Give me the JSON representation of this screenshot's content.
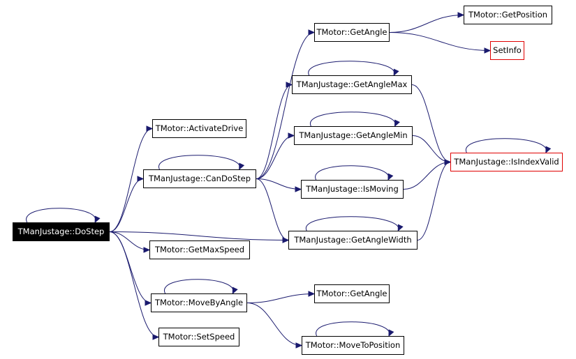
{
  "diagram": {
    "nodes": [
      {
        "id": "doStep",
        "label": "TManJustage::DoStep",
        "kind": "root"
      },
      {
        "id": "activateDrive",
        "label": "TMotor::ActivateDrive",
        "kind": "normal"
      },
      {
        "id": "canDoStep",
        "label": "TManJustage::CanDoStep",
        "kind": "normal"
      },
      {
        "id": "getMaxSpeed",
        "label": "TMotor::GetMaxSpeed",
        "kind": "normal"
      },
      {
        "id": "moveByAngle",
        "label": "TMotor::MoveByAngle",
        "kind": "normal"
      },
      {
        "id": "setSpeed",
        "label": "TMotor::SetSpeed",
        "kind": "normal"
      },
      {
        "id": "getAngle1",
        "label": "TMotor::GetAngle",
        "kind": "normal"
      },
      {
        "id": "getAngleMax",
        "label": "TManJustage::GetAngleMax",
        "kind": "normal"
      },
      {
        "id": "getAngleMin",
        "label": "TManJustage::GetAngleMin",
        "kind": "normal"
      },
      {
        "id": "isMoving",
        "label": "TManJustage::IsMoving",
        "kind": "normal"
      },
      {
        "id": "getAngleWidth",
        "label": "TManJustage::GetAngleWidth",
        "kind": "normal"
      },
      {
        "id": "getAngle2",
        "label": "TMotor::GetAngle",
        "kind": "normal"
      },
      {
        "id": "moveToPosition",
        "label": "TMotor::MoveToPosition",
        "kind": "normal"
      },
      {
        "id": "getPosition",
        "label": "TMotor::GetPosition",
        "kind": "normal"
      },
      {
        "id": "setInfo",
        "label": "SetInfo",
        "kind": "external"
      },
      {
        "id": "isIndexValid",
        "label": "TManJustage::IsIndexValid",
        "kind": "external"
      }
    ],
    "edges": [
      {
        "from": "doStep",
        "to": "activateDrive"
      },
      {
        "from": "doStep",
        "to": "canDoStep"
      },
      {
        "from": "doStep",
        "to": "getAngleWidth"
      },
      {
        "from": "doStep",
        "to": "getMaxSpeed"
      },
      {
        "from": "doStep",
        "to": "moveByAngle"
      },
      {
        "from": "doStep",
        "to": "setSpeed"
      },
      {
        "from": "canDoStep",
        "to": "getAngle1"
      },
      {
        "from": "canDoStep",
        "to": "getAngleMax"
      },
      {
        "from": "canDoStep",
        "to": "getAngleMin"
      },
      {
        "from": "canDoStep",
        "to": "isMoving"
      },
      {
        "from": "canDoStep",
        "to": "getAngleWidth"
      },
      {
        "from": "getAngle1",
        "to": "getPosition"
      },
      {
        "from": "getAngle1",
        "to": "setInfo"
      },
      {
        "from": "getAngleMax",
        "to": "isIndexValid"
      },
      {
        "from": "getAngleMin",
        "to": "isIndexValid"
      },
      {
        "from": "isMoving",
        "to": "isIndexValid"
      },
      {
        "from": "getAngleWidth",
        "to": "isIndexValid"
      },
      {
        "from": "moveByAngle",
        "to": "getAngle2"
      },
      {
        "from": "moveByAngle",
        "to": "moveToPosition"
      }
    ],
    "self_loops": [
      "doStep",
      "canDoStep",
      "getAngleMax",
      "getAngleMin",
      "isMoving",
      "getAngleWidth",
      "moveByAngle",
      "moveToPosition",
      "isIndexValid"
    ]
  },
  "colors": {
    "edge": "#1a1a6e",
    "node_border": "#000000",
    "external_border": "#e00000",
    "root_fill": "#000000",
    "root_text": "#ffffff"
  }
}
